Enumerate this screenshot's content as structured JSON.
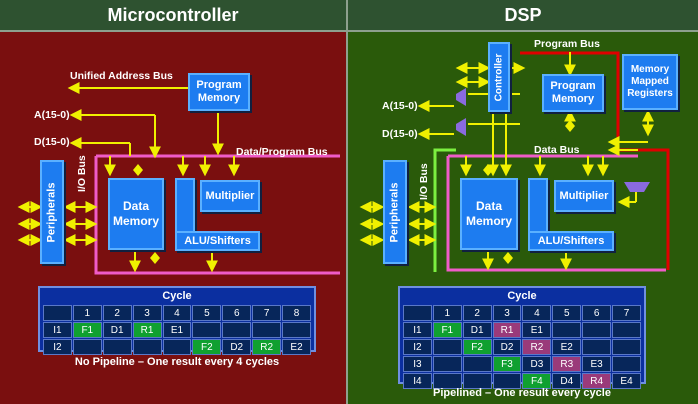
{
  "left": {
    "title": "Microcontroller",
    "labels": {
      "unified_bus": "Unified Address Bus",
      "a_bus": "A(15-0)",
      "d_bus": "D(15-0)",
      "io_bus": "I/O Bus",
      "data_program_bus": "Data/Program Bus"
    },
    "blocks": {
      "program_memory": "Program Memory",
      "data_memory": "Data Memory",
      "multiplier": "Multiplier",
      "alu": "ALU/Shifters",
      "peripherals": "Peripherals"
    },
    "table": {
      "title": "Cycle",
      "headers": [
        "",
        "1",
        "2",
        "3",
        "4",
        "5",
        "6",
        "7",
        "8"
      ],
      "rows": [
        {
          "name": "I1",
          "cells": [
            "F1",
            "D1",
            "R1",
            "E1",
            "",
            "",
            "",
            ""
          ]
        },
        {
          "name": "I2",
          "cells": [
            "",
            "",
            "",
            "",
            "F2",
            "D2",
            "R2",
            "E2"
          ]
        }
      ],
      "caption": "No Pipeline – One result every 4 cycles"
    }
  },
  "right": {
    "title": "DSP",
    "labels": {
      "program_bus": "Program Bus",
      "a_bus": "A(15-0)",
      "d_bus": "D(15-0)",
      "data_bus": "Data Bus",
      "io_bus": "I/O Bus"
    },
    "blocks": {
      "controller": "Controller",
      "program_memory": "Program Memory",
      "mmr": "Memory Mapped Registers",
      "data_memory": "Data Memory",
      "multiplier": "Multiplier",
      "alu": "ALU/Shifters",
      "peripherals": "Peripherals"
    },
    "table": {
      "title": "Cycle",
      "headers": [
        "",
        "1",
        "2",
        "3",
        "4",
        "5",
        "6",
        "7"
      ],
      "rows": [
        {
          "name": "I1",
          "cells": [
            "F1",
            "D1",
            "R1",
            "E1",
            "",
            "",
            ""
          ]
        },
        {
          "name": "I2",
          "cells": [
            "",
            "F2",
            "D2",
            "R2",
            "E2",
            "",
            ""
          ]
        },
        {
          "name": "I3",
          "cells": [
            "",
            "",
            "F3",
            "D3",
            "R3",
            "E3",
            ""
          ]
        },
        {
          "name": "I4",
          "cells": [
            "",
            "",
            "",
            "F4",
            "D4",
            "R4",
            "E4"
          ]
        }
      ],
      "caption": "Pipelined – One result every cycle"
    }
  },
  "colors": {
    "left_bg": "#7a0f0f",
    "right_bg": "#2a5a0a",
    "block": "#1d7cf0",
    "bus_pink": "#f05cc8",
    "bus_red": "#e00000",
    "bus_green": "#7cf040",
    "arrow_yellow": "#f0f000",
    "fetch_green": "#10a030",
    "read_purple": "#9a3a7a",
    "mux_purple": "#8a6ae0"
  }
}
